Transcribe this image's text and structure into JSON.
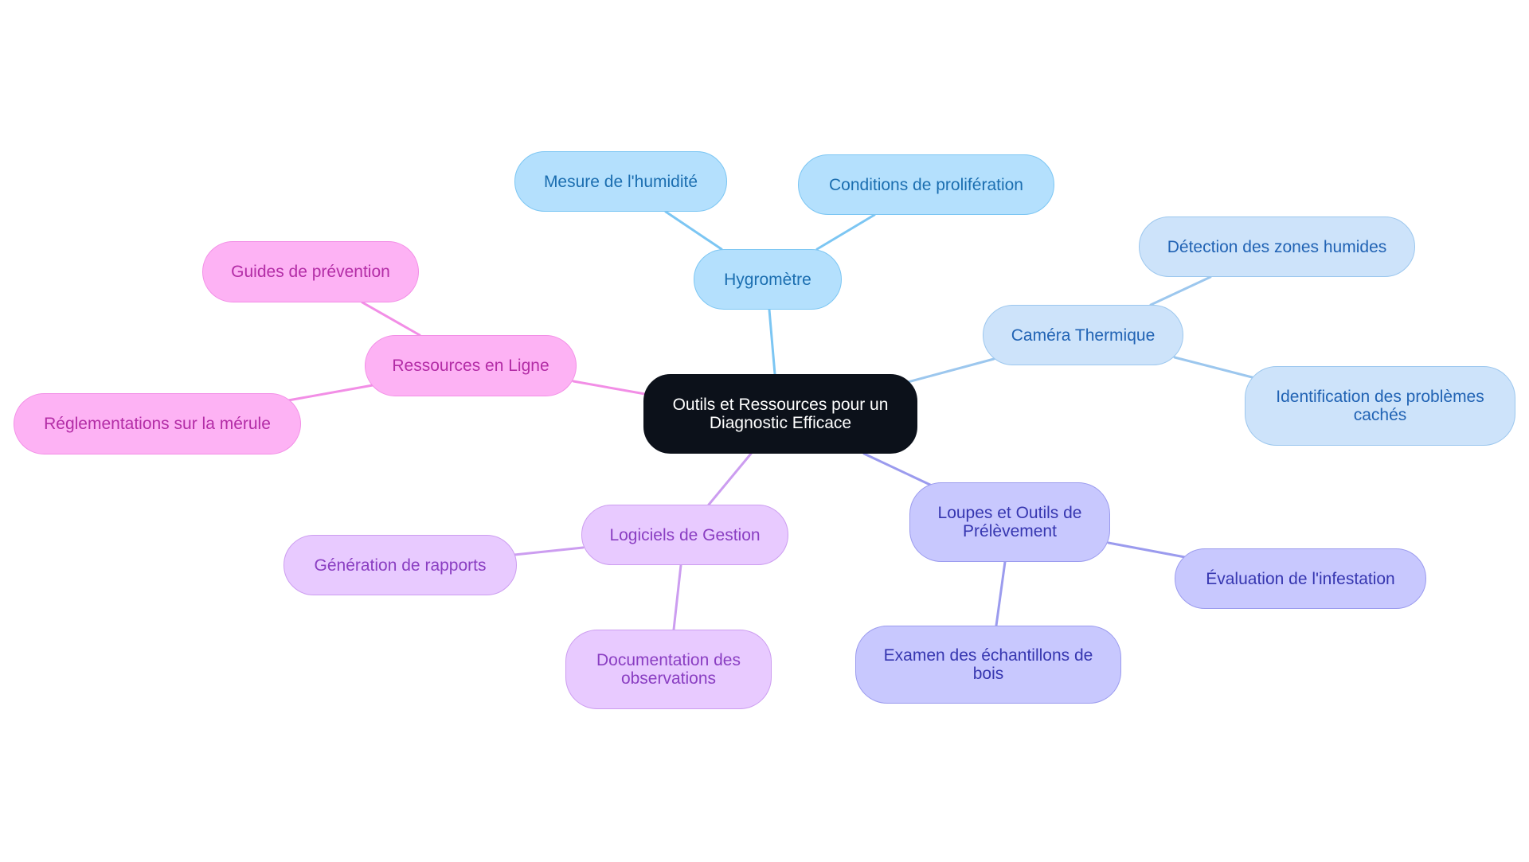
{
  "root": {
    "label": "Outils et Ressources pour un Diagnostic Efficace"
  },
  "branches": [
    {
      "id": "hygrometre",
      "label": "Hygromètre",
      "color": "#7cc6f3",
      "children": [
        {
          "id": "mesure",
          "label": "Mesure de l'humidité"
        },
        {
          "id": "conditions",
          "label": "Conditions de prolifération"
        }
      ]
    },
    {
      "id": "camera",
      "label": "Caméra Thermique",
      "color": "#9cc7ee",
      "children": [
        {
          "id": "detection",
          "label": "Détection des zones humides"
        },
        {
          "id": "identification",
          "label": "Identification des problèmes cachés"
        }
      ]
    },
    {
      "id": "loupes",
      "label": "Loupes et Outils de Prélèvement",
      "color": "#9b9bee",
      "children": [
        {
          "id": "evaluation",
          "label": "Évaluation de l'infestation"
        },
        {
          "id": "examen",
          "label": "Examen des échantillons de bois"
        }
      ]
    },
    {
      "id": "logiciels",
      "label": "Logiciels de Gestion",
      "color": "#cc9df0",
      "children": [
        {
          "id": "generation",
          "label": "Génération de rapports"
        },
        {
          "id": "documentation",
          "label": "Documentation des observations"
        }
      ]
    },
    {
      "id": "ressources",
      "label": "Ressources en Ligne",
      "color": "#f28ee6",
      "children": [
        {
          "id": "guides",
          "label": "Guides de prévention"
        },
        {
          "id": "reglementations",
          "label": "Réglementations sur la mérule"
        }
      ]
    }
  ]
}
